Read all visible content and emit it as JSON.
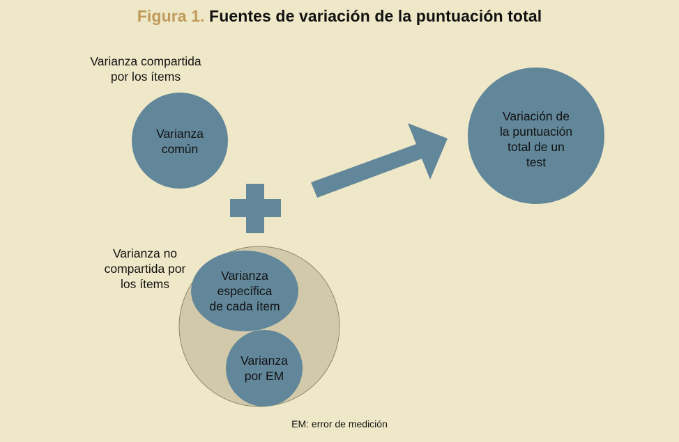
{
  "title": {
    "prefix": "Figura 1.",
    "main": "Fuentes de variación de la puntuación total"
  },
  "labels": {
    "shared_line1": "Varianza compartida",
    "shared_line2": "por los ítems",
    "nonshared_line1": "Varianza no",
    "nonshared_line2": "compartida por",
    "nonshared_line3": "los ítems"
  },
  "nodes": {
    "common_line1": "Varianza",
    "common_line2": "común",
    "specific_line1": "Varianza",
    "specific_line2": "específica",
    "specific_line3": "de cada ítem",
    "em_line1": "Varianza",
    "em_line2": "por EM",
    "total_line1": "Variación de",
    "total_line2": "la puntuación",
    "total_line3": "total de un",
    "total_line4": "test"
  },
  "footnote": "EM: error de medición",
  "colors": {
    "background": "#efe8c8",
    "node_fill": "#62879a",
    "outer_fill": "#d2c9ab",
    "title_prefix": "#bf9a5a"
  }
}
